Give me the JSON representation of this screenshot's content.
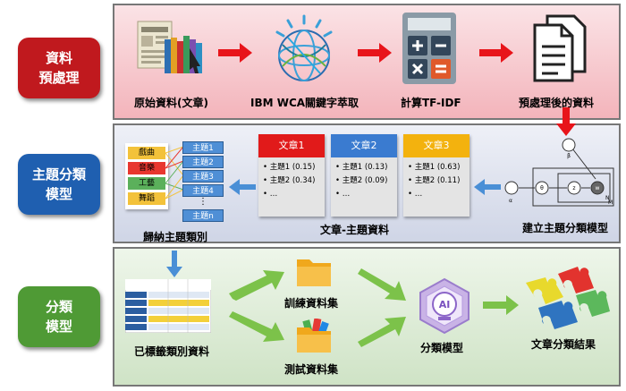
{
  "stages": {
    "preprocess": {
      "label_line1": "資料",
      "label_line2": "預處理",
      "color": "#c0191e"
    },
    "topic": {
      "label_line1": "主題分類",
      "label_line2": "模型",
      "color": "#1f5fb0"
    },
    "classify": {
      "label_line1": "分類",
      "label_line2": "模型",
      "color": "#4f9a35"
    }
  },
  "row1": {
    "raw_docs": "原始資料(文章)",
    "wca": "IBM WCA關鍵字萃取",
    "tfidf": "計算TF-IDF",
    "processed": "預處理後的資料"
  },
  "row2": {
    "categories": [
      "戲曲",
      "音樂",
      "工藝",
      "舞蹈"
    ],
    "category_colors": [
      "#f3c23a",
      "#e8372f",
      "#5bb05b",
      "#f3c23a"
    ],
    "topics": [
      "主題1",
      "主題2",
      "主題3",
      "主題4",
      "⋮",
      "主題n"
    ],
    "induce_label": "歸納主題類別",
    "doc_topic_label": "文章-主題資料",
    "model_label": "建立主題分類模型",
    "docs": [
      {
        "title": "文章1",
        "color": "#e11a1a",
        "lines": [
          "• 主題1 (0.15)",
          "• 主題2 (0.34)",
          "• …"
        ]
      },
      {
        "title": "文章2",
        "color": "#3a7bd0",
        "lines": [
          "• 主題1 (0.13)",
          "• 主題2 (0.09)",
          "• …"
        ]
      },
      {
        "title": "文章3",
        "color": "#f3b20e",
        "lines": [
          "• 主題1 (0.63)",
          "• 主題2 (0.11)",
          "• …"
        ]
      }
    ],
    "lda_nodes": [
      "α",
      "θ",
      "z",
      "w",
      "β"
    ],
    "lda_plates": [
      "N",
      "M"
    ]
  },
  "row3": {
    "labeled": "已標籤類別資料",
    "train": "訓練資料集",
    "test": "測試資料集",
    "model": "分類模型",
    "result": "文章分類結果",
    "ai": "AI"
  }
}
